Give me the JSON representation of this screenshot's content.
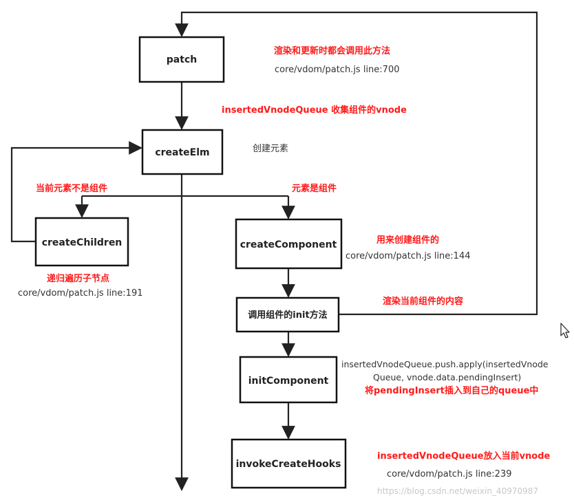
{
  "colors": {
    "line": "#222222",
    "box_border": "#111111",
    "annotation_red": "#ff1a1a",
    "annotation_grey": "#333333",
    "watermark": "#c8c8c8"
  },
  "nodes": {
    "patch": "patch",
    "create_elm": "createElm",
    "create_children": "createChildren",
    "create_component": "createComponent",
    "call_init": "调用组件的init方法",
    "init_component": "initComponent",
    "invoke_create_hooks": "invokeCreateHooks"
  },
  "notes": {
    "patch_desc": "渲染和更新时都会调用此方法",
    "patch_src": "core/vdom/patch.js  line:700",
    "queue_collect": "insertedVnodeQueue 收集组件的vnode",
    "create_element": "创建元素",
    "not_component": "当前元素不是组件",
    "is_component": "元素是组件",
    "recursive": "递归遍历子节点",
    "children_src": "core/vdom/patch.js line:191",
    "for_component": "用来创建组件的",
    "component_src": "core/vdom/patch.js  line:144",
    "render_content": "渲染当前组件的内容",
    "push_apply_1": "insertedVnodeQueue.push.apply(insertedVnode",
    "push_apply_2": "Queue, vnode.data.pendingInsert)",
    "pending_insert": "将pendingInsert插入到自己的queue中",
    "queue_current": "insertedVnodeQueue放入当前vnode",
    "hooks_src": "core/vdom/patch.js  line:239"
  },
  "watermark": "https://blog.csdn.net/weixin_40970987",
  "icons": {
    "cursor": "mouse-pointer-icon"
  }
}
